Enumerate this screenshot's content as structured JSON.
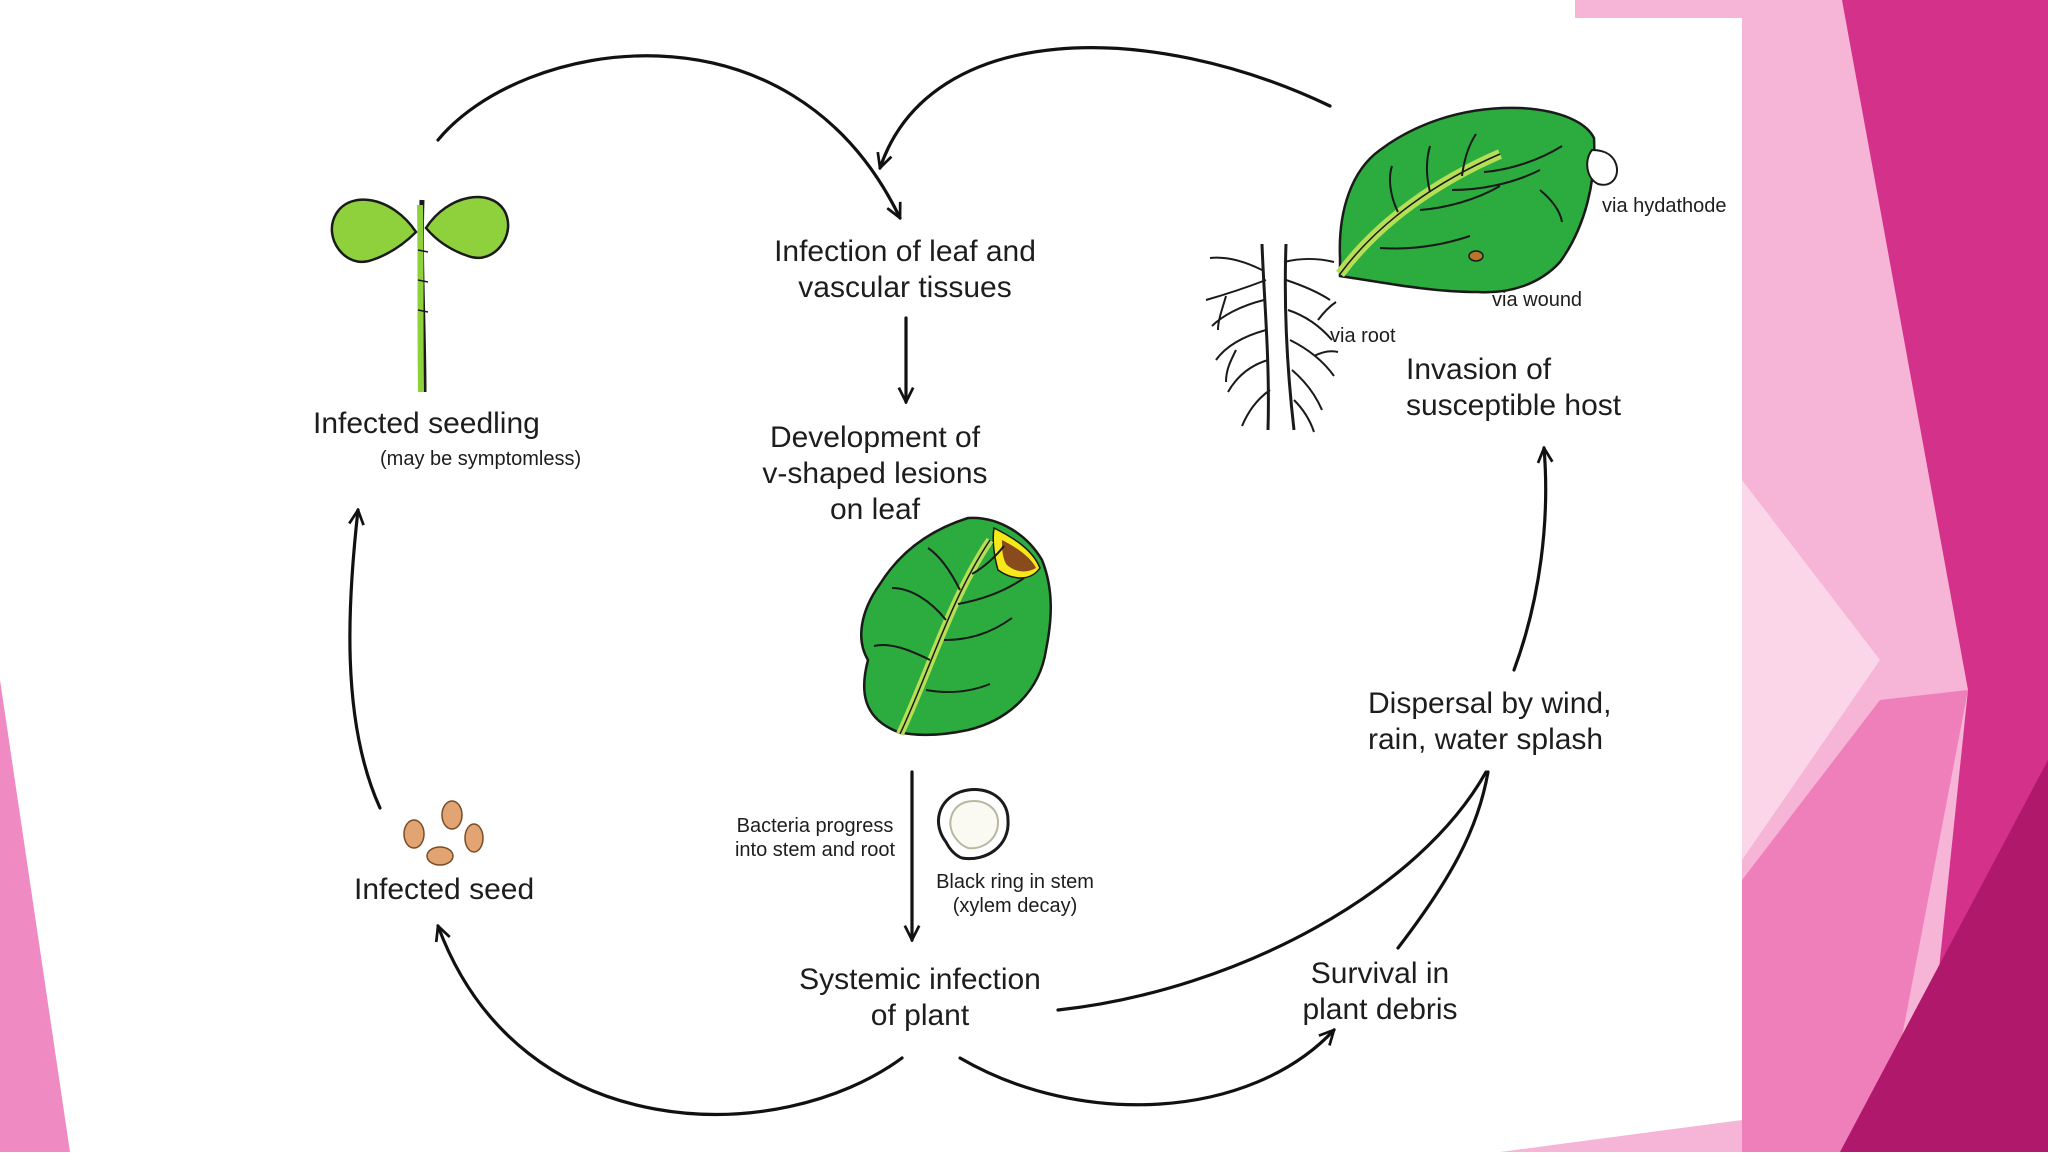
{
  "colors": {
    "pink_light": "#f6b4d6",
    "pink_mid": "#ee7fba",
    "magenta": "#d02c8a",
    "magenta_dark": "#b0186c",
    "leaf_green": "#2cab3f",
    "seedling_green": "#8fd13d",
    "vein_yellow": "#b7df55",
    "lesion_yellow": "#f7e81a",
    "lesion_brown": "#8a4b1c",
    "seed_tan": "#e1a472",
    "arrow": "#111111"
  },
  "labels": {
    "infection_leaf": [
      "Infection of leaf and",
      "vascular tissues"
    ],
    "development": [
      "Development of",
      "v-shaped lesions",
      "on leaf"
    ],
    "infected_seedling": "Infected seedling",
    "may_be_symptomless": "(may be symptomless)",
    "via_hydathode": "via hydathode",
    "via_wound": "via wound",
    "via_root": "via root",
    "invasion": [
      "Invasion of",
      "susceptible host"
    ],
    "dispersal": [
      "Dispersal by wind,",
      "rain, water splash"
    ],
    "bacteria_progress": [
      "Bacteria progress",
      "into stem and root"
    ],
    "black_ring": [
      "Black ring in stem",
      "(xylem decay)"
    ],
    "infected_seed": "Infected seed",
    "systemic": [
      "Systemic infection",
      "of plant"
    ],
    "survival": [
      "Survival in",
      "plant debris"
    ]
  }
}
